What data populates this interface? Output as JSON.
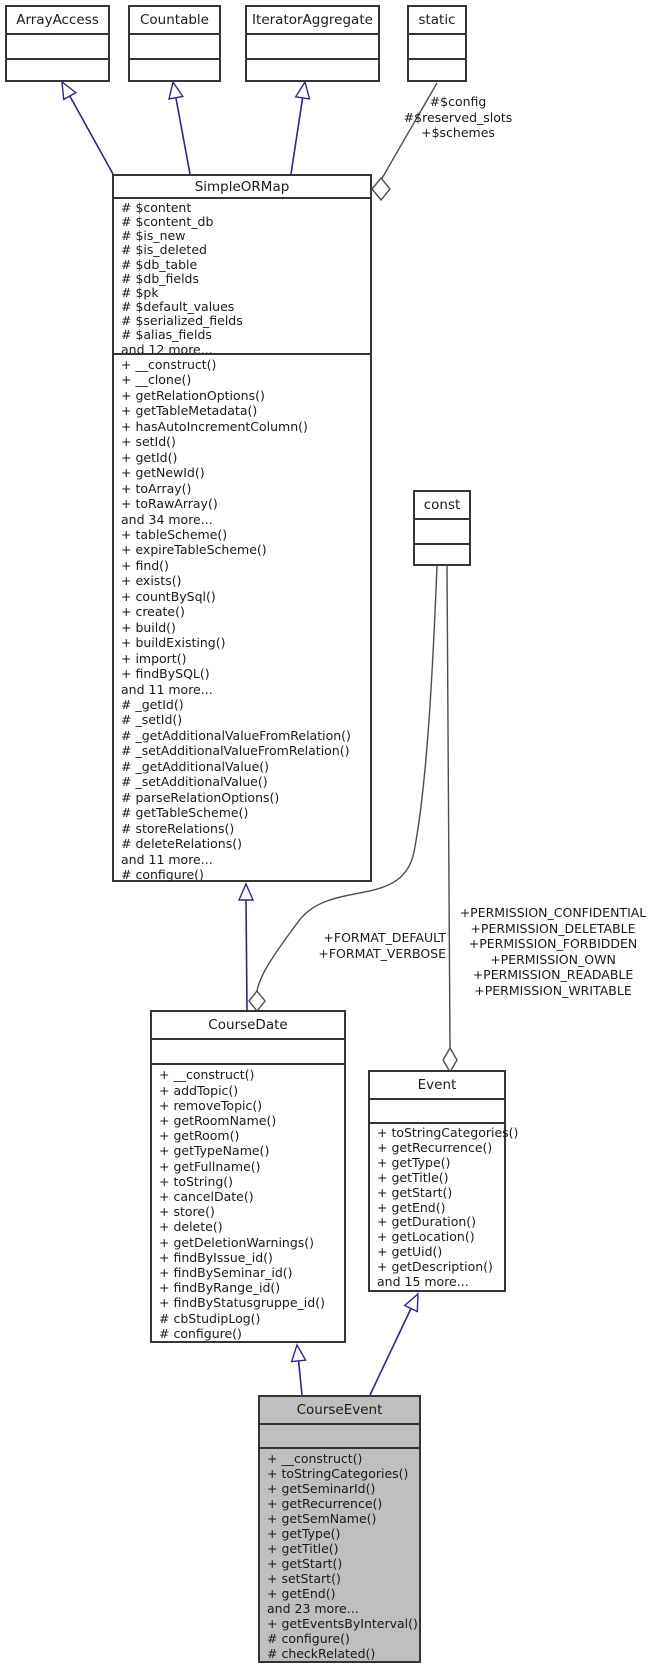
{
  "diagram": {
    "kind": "uml-collaboration-diagram",
    "colors": {
      "inheritance_edge": "#28288f",
      "association_edge": "#4d4d4d",
      "box_border": "#353535",
      "box_fill": "#ffffff",
      "highlight_fill": "#bfbfbf"
    },
    "classes": [
      {
        "name": "ArrayAccess",
        "attributes": [],
        "methods": []
      },
      {
        "name": "Countable",
        "attributes": [],
        "methods": []
      },
      {
        "name": "IteratorAggregate",
        "attributes": [],
        "methods": []
      },
      {
        "name": "static",
        "attributes": [],
        "methods": []
      },
      {
        "name": "SimpleORMap",
        "attributes": [
          "# $content",
          "# $content_db",
          "# $is_new",
          "# $is_deleted",
          "# $db_table",
          "# $db_fields",
          "# $pk",
          "# $default_values",
          "# $serialized_fields",
          "# $alias_fields",
          "and 12 more..."
        ],
        "methods": [
          "+ __construct()",
          "+ __clone()",
          "+ getRelationOptions()",
          "+ getTableMetadata()",
          "+ hasAutoIncrementColumn()",
          "+ setId()",
          "+ getId()",
          "+ getNewId()",
          "+ toArray()",
          "+ toRawArray()",
          "and 34 more...",
          "+ tableScheme()",
          "+ expireTableScheme()",
          "+ find()",
          "+ exists()",
          "+ countBySql()",
          "+ create()",
          "+ build()",
          "+ buildExisting()",
          "+ import()",
          "+ findBySQL()",
          "and 11 more...",
          "# _getId()",
          "# _setId()",
          "# _getAdditionalValueFromRelation()",
          "# _setAdditionalValueFromRelation()",
          "# _getAdditionalValue()",
          "# _setAdditionalValue()",
          "# parseRelationOptions()",
          "# getTableScheme()",
          "# storeRelations()",
          "# deleteRelations()",
          "and 11 more...",
          "# configure()"
        ]
      },
      {
        "name": "const",
        "attributes": [],
        "methods": []
      },
      {
        "name": "CourseDate",
        "attributes": [],
        "methods": [
          "+ __construct()",
          "+ addTopic()",
          "+ removeTopic()",
          "+ getRoomName()",
          "+ getRoom()",
          "+ getTypeName()",
          "+ getFullname()",
          "+ toString()",
          "+ cancelDate()",
          "+ store()",
          "+ delete()",
          "+ getDeletionWarnings()",
          "+ findByIssue_id()",
          "+ findBySeminar_id()",
          "+ findByRange_id()",
          "+ findByStatusgruppe_id()",
          "# cbStudipLog()",
          "# configure()"
        ]
      },
      {
        "name": "Event",
        "attributes": [],
        "methods": [
          "+ toStringCategories()",
          "+ getRecurrence()",
          "+ getType()",
          "+ getTitle()",
          "+ getStart()",
          "+ getEnd()",
          "+ getDuration()",
          "+ getLocation()",
          "+ getUid()",
          "+ getDescription()",
          "and 15 more..."
        ]
      },
      {
        "name": "CourseEvent",
        "highlighted": true,
        "attributes": [],
        "methods": [
          "+ __construct()",
          "+ toStringCategories()",
          "+ getSeminarId()",
          "+ getRecurrence()",
          "+ getSemName()",
          "+ getType()",
          "+ getTitle()",
          "+ getStart()",
          "+ setStart()",
          "+ getEnd()",
          "and 23 more...",
          "+ getEventsByInterval()",
          "# configure()",
          "# checkRelated()"
        ]
      }
    ],
    "edge_labels": {
      "static_to_simpleormap": [
        "#$config",
        "#$reserved_slots",
        "+$schemes"
      ],
      "const_to_coursedate": [
        "+FORMAT_DEFAULT",
        "+FORMAT_VERBOSE"
      ],
      "const_to_event": [
        "+PERMISSION_CONFIDENTIAL",
        "+PERMISSION_DELETABLE",
        "+PERMISSION_FORBIDDEN",
        "+PERMISSION_OWN",
        "+PERMISSION_READABLE",
        "+PERMISSION_WRITABLE"
      ]
    }
  }
}
